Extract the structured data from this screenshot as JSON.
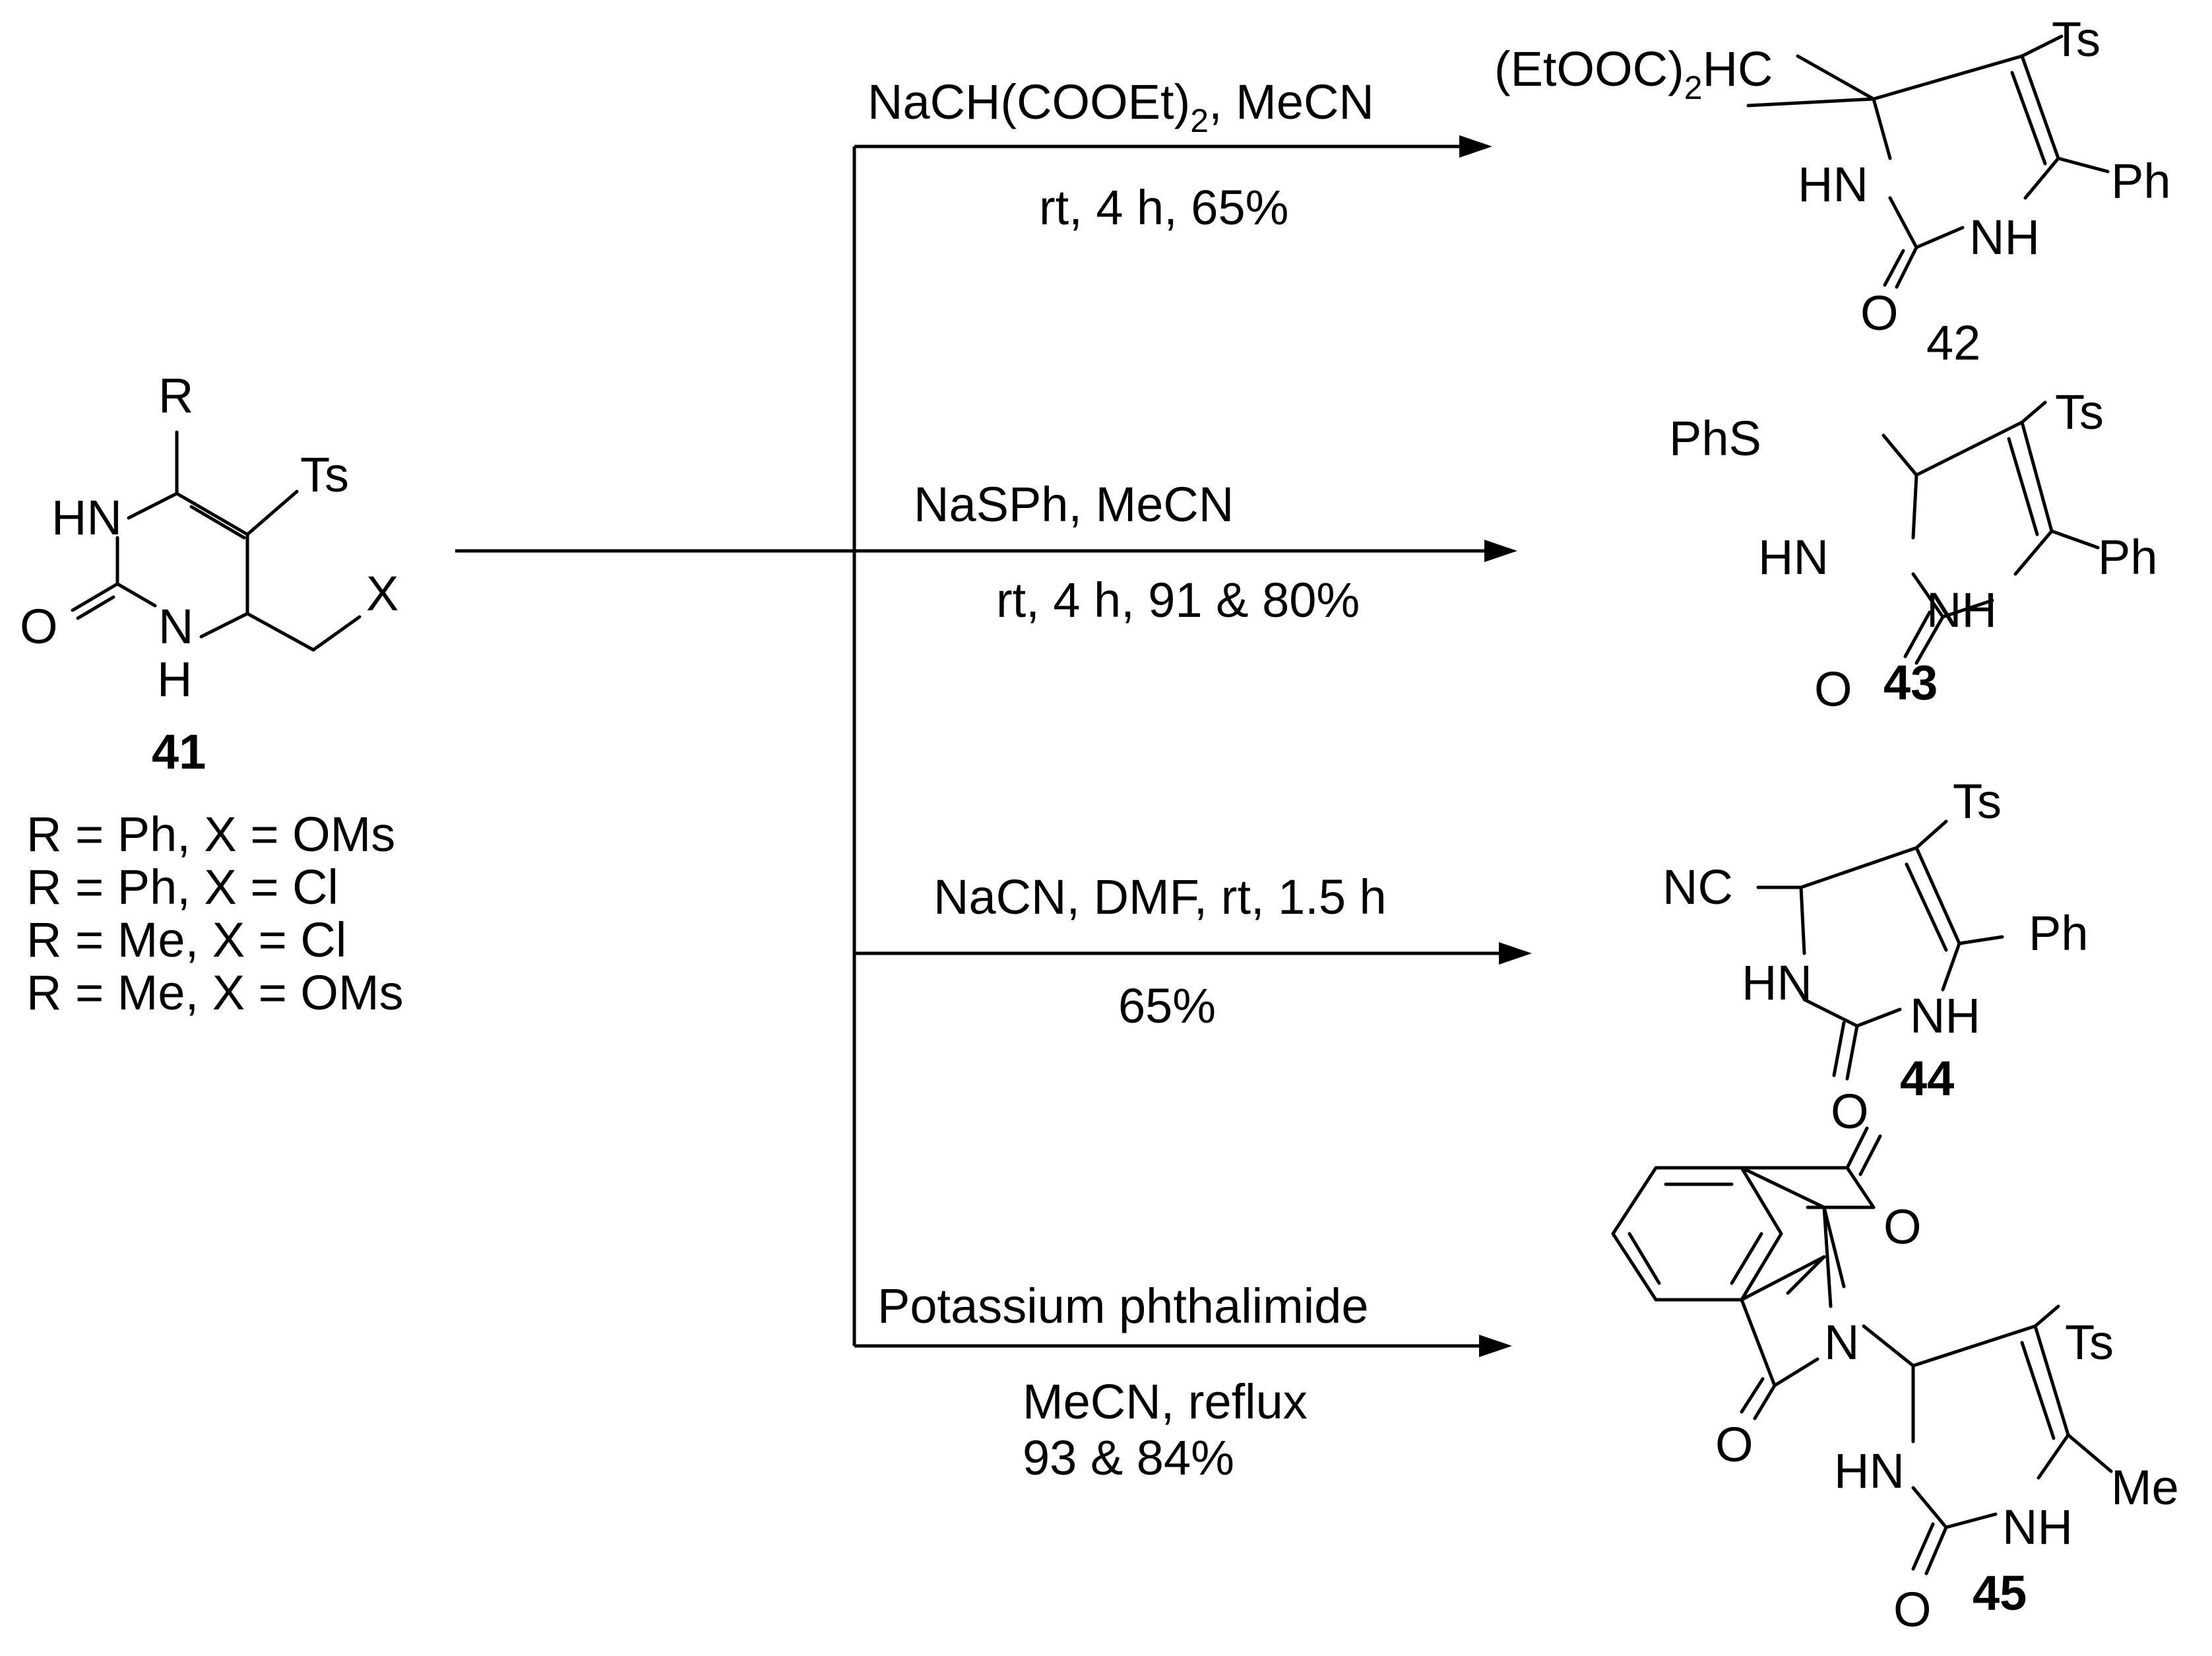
{
  "reactant": {
    "number": "41",
    "atoms": {
      "R": "R",
      "Ts": "Ts",
      "HN": "HN",
      "X": "X",
      "O": "O",
      "N": "N",
      "H": "H"
    },
    "variants": [
      "R = Ph, X = OMs",
      "R = Ph, X = Cl",
      "R = Me, X = Cl",
      "R = Me, X = OMs"
    ]
  },
  "reactions": [
    {
      "reagents": "NaCH(COOEt)",
      "reagents_sub": "2",
      "reagents_tail": ", MeCN",
      "conditions": "rt, 4 h, 65%",
      "product": {
        "number": "42",
        "substituent_pre": "(EtOOC)",
        "substituent_sub": "2",
        "substituent_post": "HC",
        "atoms": {
          "Ts": "Ts",
          "Ph": "Ph",
          "HN": "HN",
          "NH": "NH",
          "O": "O"
        }
      }
    },
    {
      "reagents": "NaSPh, MeCN",
      "conditions": "rt, 4 h, 91 & 80%",
      "product": {
        "number": "43",
        "substituent": "PhS",
        "atoms": {
          "Ts": "Ts",
          "Ph": "Ph",
          "HN": "HN",
          "NH": "NH",
          "O": "O"
        }
      }
    },
    {
      "reagents": "NaCN, DMF, rt, 1.5 h",
      "conditions": "65%",
      "product": {
        "number": "44",
        "substituent": "NC",
        "atoms": {
          "Ts": "Ts",
          "Ph": "Ph",
          "HN": "HN",
          "NH": "NH",
          "O": "O"
        }
      }
    },
    {
      "reagents": "Potassium phthalimide",
      "conditions_line1": "MeCN, reflux",
      "conditions_line2": "93 & 84%",
      "product": {
        "number": "45",
        "atoms": {
          "Ts": "Ts",
          "Me": "Me",
          "HN": "HN",
          "NH": "NH",
          "O": "O",
          "N": "N"
        }
      }
    }
  ]
}
